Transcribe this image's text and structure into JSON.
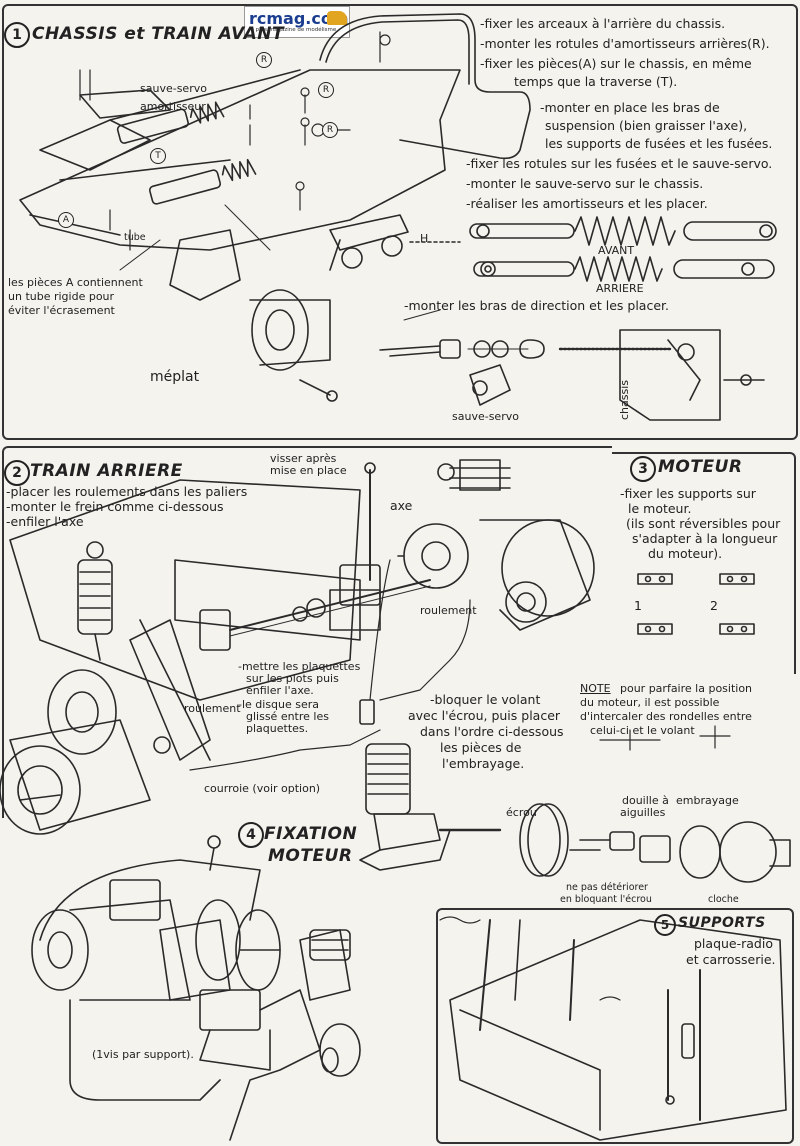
{
  "logo": {
    "name": "rcmag.com",
    "tagline": "le plus magazine de modélisme"
  },
  "section1": {
    "number": "1",
    "title": "CHASSIS et TRAIN AVANT",
    "steps": [
      "-fixer les arceaux à l'arrière du chassis.",
      "-monter les rotules d'amortisseurs arrières(R).",
      "-fixer les pièces(A) sur le chassis, en même",
      "temps que la traverse (T).",
      "-monter en place les bras de",
      "suspension (bien graisser l'axe),",
      "les supports de fusées et les fusées.",
      "-fixer les rotules sur les fusées et le sauve-servo.",
      "-monter le sauve-servo sur le chassis.",
      "-réaliser les amortisseurs et les placer."
    ],
    "step_direction": "-monter les bras de direction et les placer.",
    "labels": {
      "sauve_servo": "sauve-servo",
      "amortisseur": "amortisseur",
      "tube": "tube",
      "meplat": "méplat",
      "avant": "AVANT",
      "arriere": "ARRIERE",
      "chassis": "chassis",
      "sauve_servo_bottom": "sauve-servo",
      "h": "H"
    },
    "pieces_note": [
      "les pièces A contiennent",
      "un tube rigide pour",
      "éviter l'écrasement"
    ],
    "callouts": {
      "R": "R",
      "T": "T",
      "A": "A"
    }
  },
  "section2": {
    "number": "2",
    "title": "TRAIN ARRIERE",
    "steps": [
      "-placer les roulements dans les paliers",
      "-monter le frein comme ci-dessous",
      "-enfiler l'axe"
    ],
    "visser": [
      "visser après",
      "mise en place"
    ],
    "axe": "axe",
    "roulement_right": "roulement",
    "roulement_left": "roulement",
    "plaquettes": [
      "-mettre les plaquettes",
      "sur les plots puis",
      "enfiler l'axe.",
      "-le disque sera",
      "glissé entre les",
      "plaquettes."
    ],
    "courroie": "courroie (voir option)"
  },
  "section3": {
    "number": "3",
    "title": "MOTEUR",
    "steps": [
      "-fixer les supports sur",
      "le moteur.",
      "(ils sont réversibles pour",
      "s'adapter à la longueur",
      "du moteur)."
    ],
    "fig1": "1",
    "fig2": "2",
    "note_label": "NOTE",
    "note": [
      "pour parfaire la position",
      "du moteur, il est possible",
      "d'intercaler des rondelles entre",
      "celui-ci et le volant"
    ],
    "bloquer": [
      "-bloquer le volant",
      "avec l'écrou, puis placer",
      "dans l'ordre ci-dessous",
      "les pièces de",
      "l'embrayage."
    ],
    "parts": {
      "ecrou": "écrou",
      "douille": [
        "douille à",
        "aiguilles"
      ],
      "embrayage": "embrayage",
      "ne_pas": [
        "ne pas détériorer",
        "en bloquant l'écrou"
      ],
      "cloche": "cloche"
    }
  },
  "section4": {
    "number": "4",
    "title": [
      "FIXATION",
      "MOTEUR"
    ],
    "vis_note": "(1vis par support)."
  },
  "section5": {
    "number": "5",
    "title": "SUPPORTS",
    "subtitle": [
      "plaque-radio",
      "et carrosserie."
    ]
  }
}
